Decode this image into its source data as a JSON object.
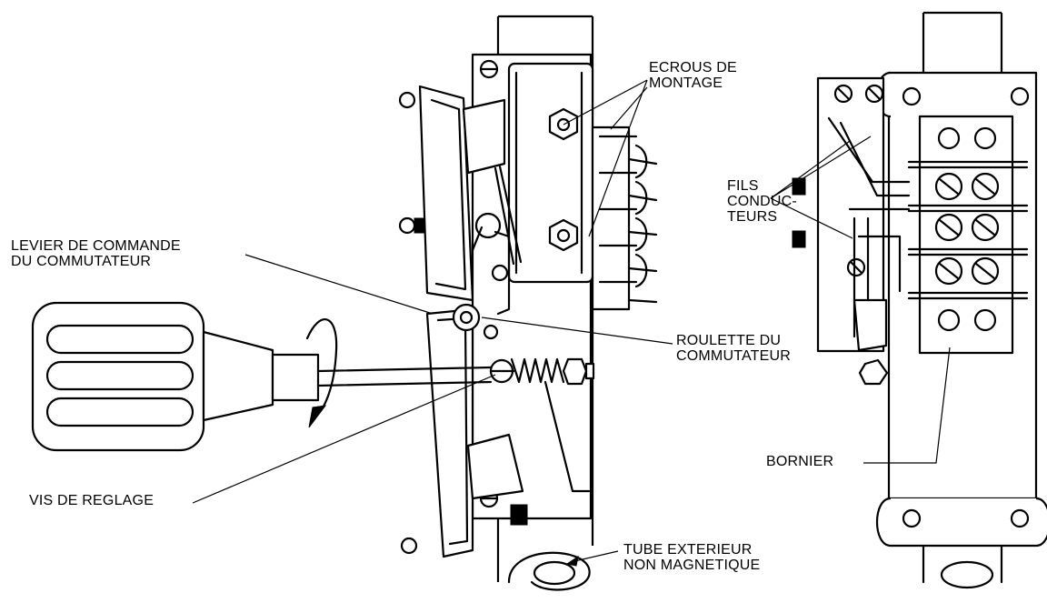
{
  "labels": {
    "mounting_nuts": "ECROUS DE\nMONTAGE",
    "lead_wires": "FILS\nCONDUC-\nTEURS",
    "switch_lever": "LEVIER DE COMMANDE\nDU COMMUTATEUR",
    "switch_roller": "ROULETTE DU\nCOMMUTATEUR",
    "adjusting_screw": "VIS DE REGLAGE",
    "terminal_block": "BORNIER",
    "outer_tube": "TUBE EXTERIEUR\nNON MAGNETIQUE"
  },
  "colors": {
    "ink": "#000000",
    "paper": "#ffffff"
  }
}
